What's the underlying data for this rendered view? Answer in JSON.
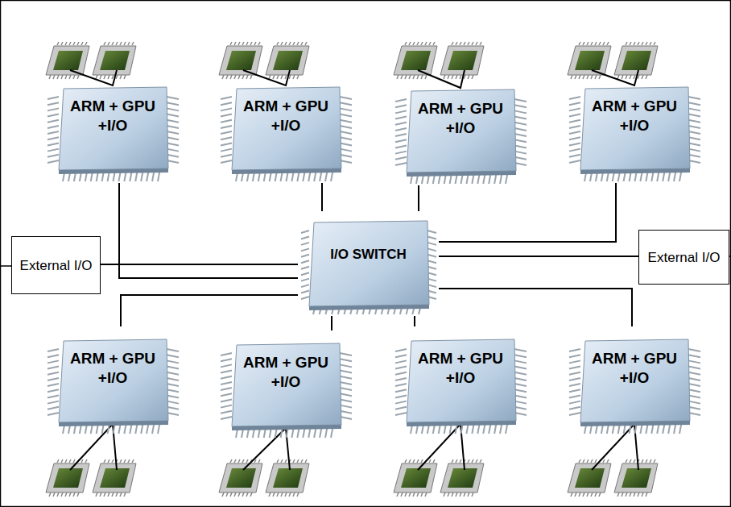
{
  "diagram": {
    "nodes": [
      {
        "text": [
          "ARM + GPU +I/O"
        ]
      },
      {
        "text": [
          "ARM + GPU +I/O"
        ]
      },
      {
        "text": [
          "ARM + GPU +I/O"
        ]
      },
      {
        "text": [
          "ARM + GPU +I/O"
        ]
      },
      {
        "text": [
          "External I/O"
        ]
      },
      {
        "text": [
          "I/O SWITCH"
        ]
      },
      {
        "text": [
          "External I/O"
        ]
      },
      {
        "text": [
          "ARM + GPU +I/O"
        ]
      },
      {
        "text": [
          "ARM + GPU +I/O"
        ]
      },
      {
        "text": [
          "ARM + GPU +I/O"
        ]
      },
      {
        "text": [
          "ARM + GPU +I/O"
        ]
      }
    ],
    "edges": [
      {
        "from": 0,
        "to": 5,
        "arrow": "none"
      },
      {
        "from": 1,
        "to": 5,
        "arrow": "none"
      },
      {
        "from": 2,
        "to": 5,
        "arrow": "none"
      },
      {
        "from": 3,
        "to": 5,
        "arrow": "none"
      },
      {
        "from": 4,
        "to": 5,
        "arrow": "none"
      },
      {
        "from": 6,
        "to": 5,
        "arrow": "none"
      },
      {
        "from": 7,
        "to": 5,
        "arrow": "none"
      },
      {
        "from": 8,
        "to": 5,
        "arrow": "none"
      },
      {
        "from": 9,
        "to": 5,
        "arrow": "none"
      },
      {
        "from": 10,
        "to": 5,
        "arrow": "none"
      }
    ]
  }
}
